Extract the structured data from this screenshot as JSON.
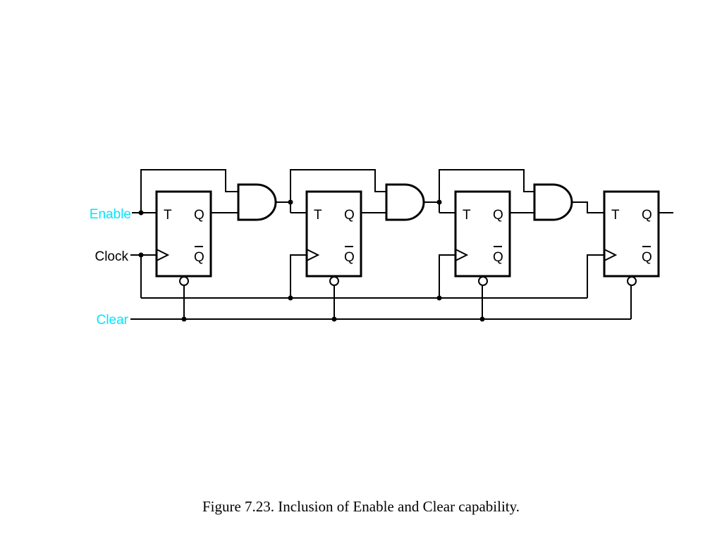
{
  "signals": {
    "enable": "Enable",
    "clock": "Clock",
    "clear": "Clear"
  },
  "flip_flop_pins": {
    "t": "T",
    "q": "Q",
    "q_bar": "Q"
  },
  "flip_flop_count": 4,
  "and_gate_count": 3,
  "caption": "Figure 7.23.  Inclusion of Enable and Clear capability.",
  "colors": {
    "highlight": "#00e5ff",
    "line": "#000000"
  }
}
